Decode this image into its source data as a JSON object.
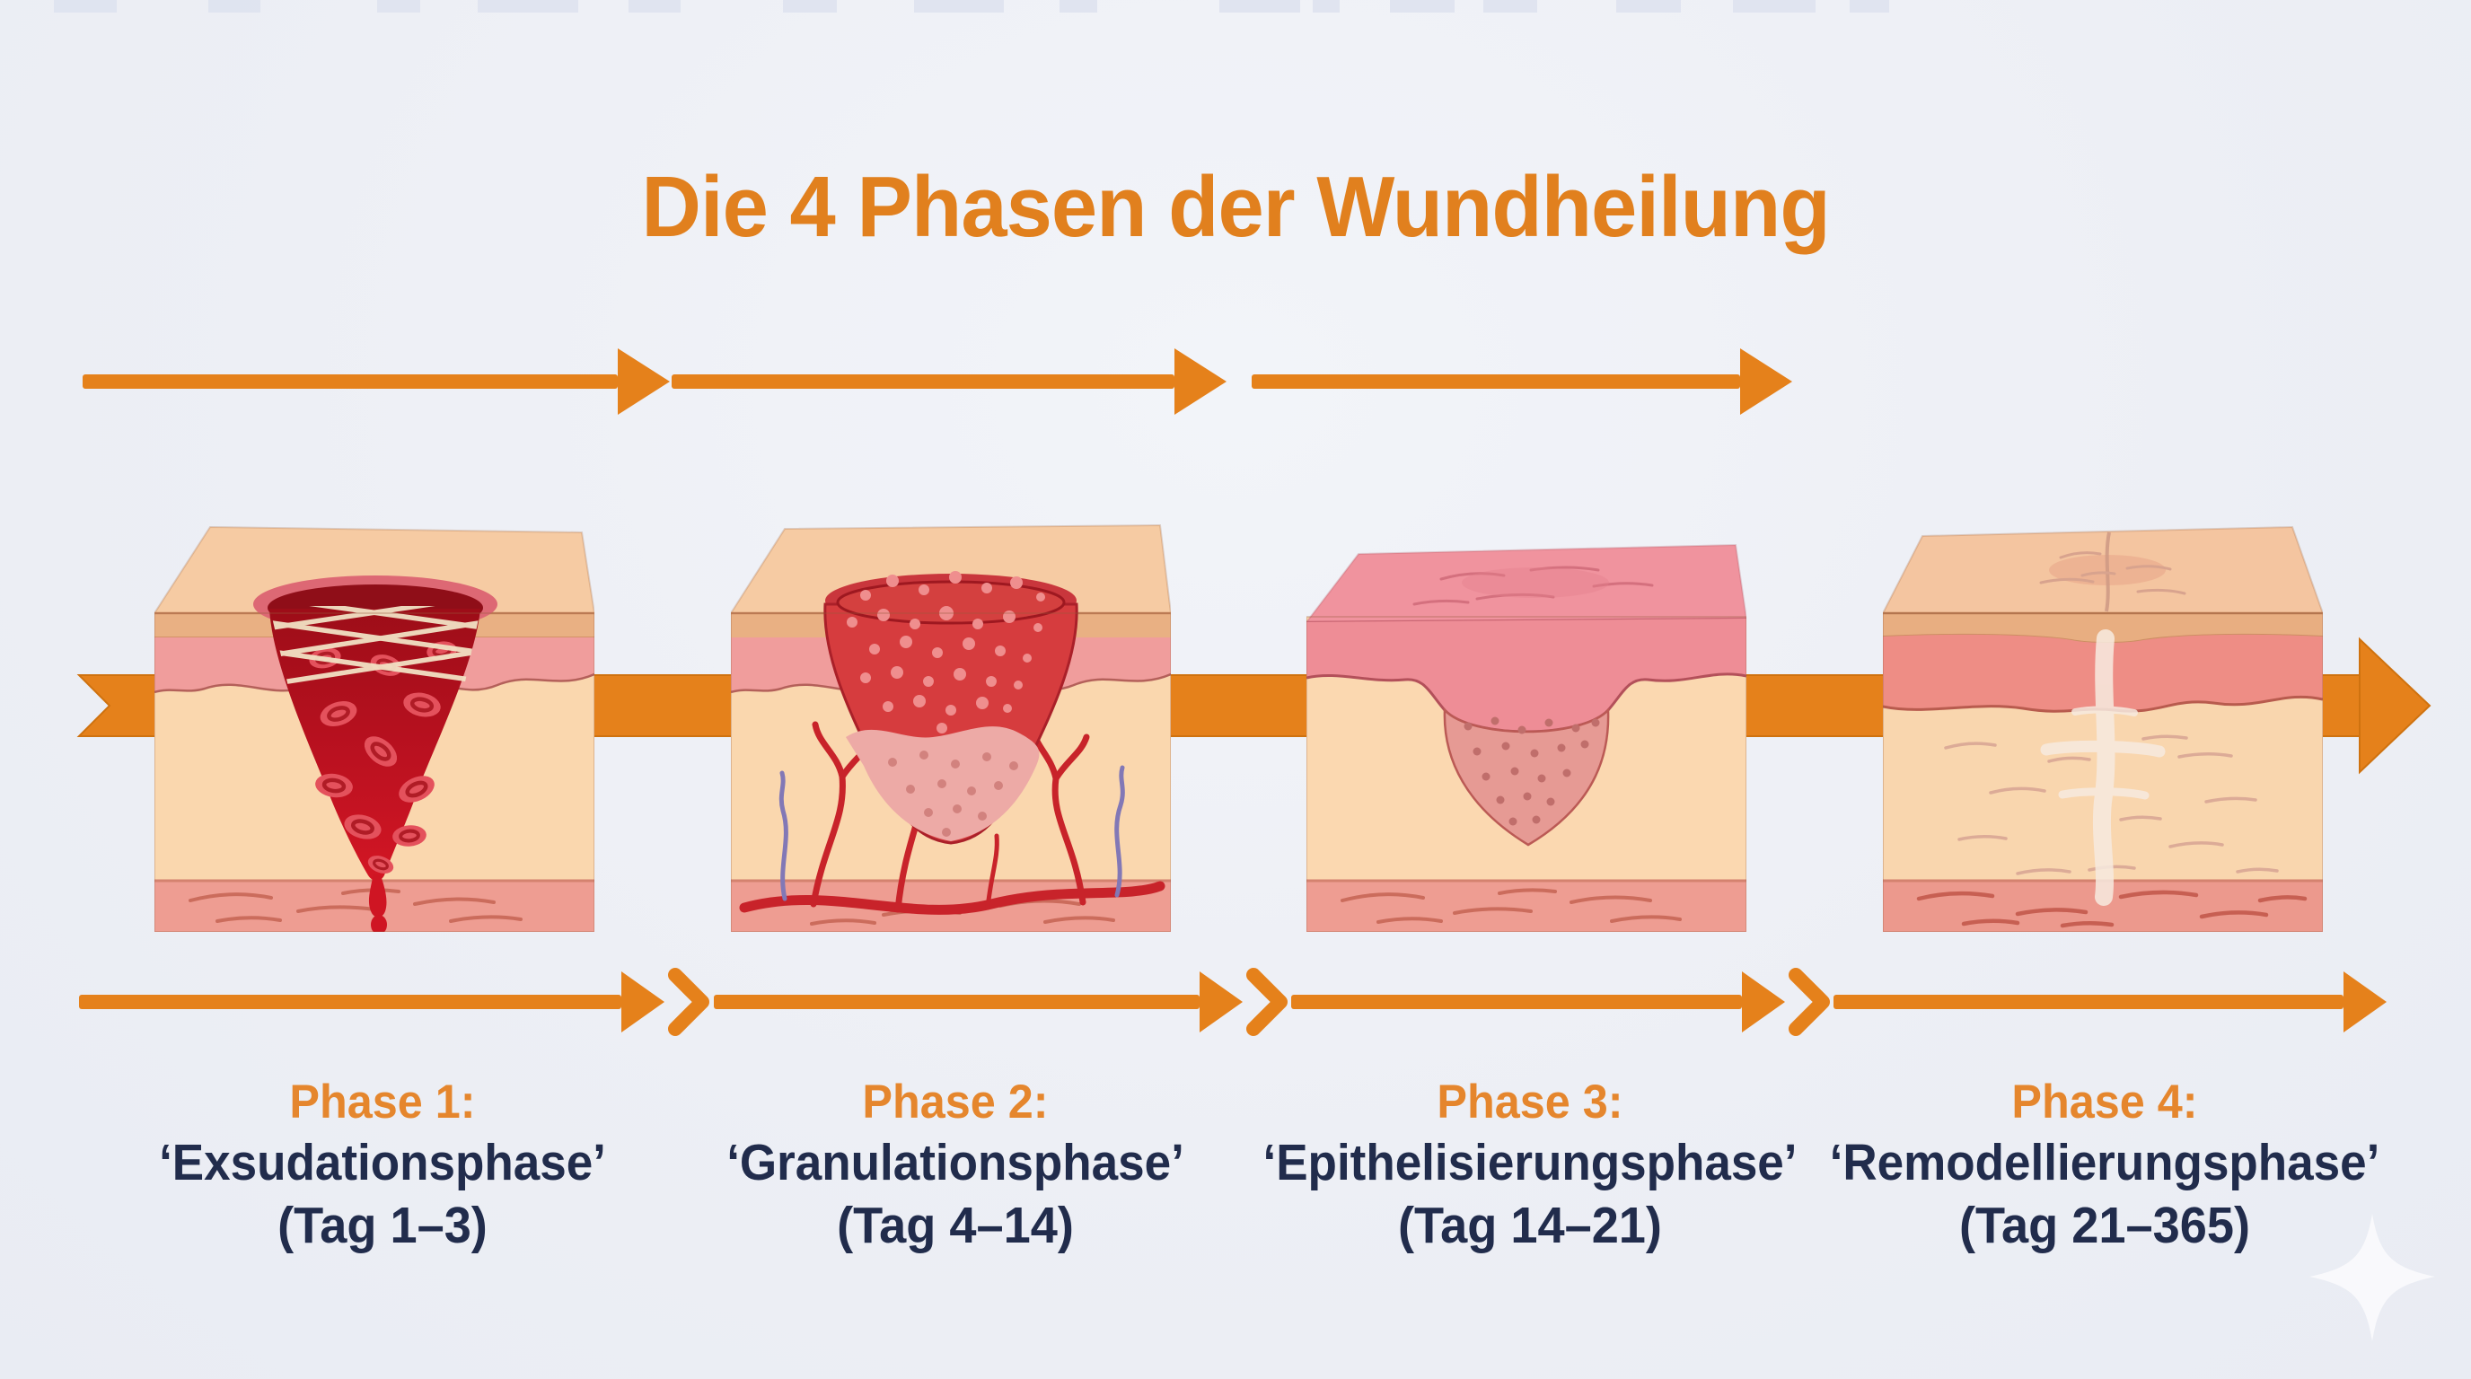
{
  "header": {
    "title": "Die 4 Phasen der Wundheilung"
  },
  "phases": [
    {
      "label": "Phase 1:",
      "name": "‘Exsudationsphase’",
      "days": "(Tag 1–3)",
      "illustration": "skin-wound-bleeding-fibrin-clot"
    },
    {
      "label": "Phase 2:",
      "name": "‘Granulationsphase’",
      "days": "(Tag 4–14)",
      "illustration": "skin-wound-granulation-tissue-vessels"
    },
    {
      "label": "Phase 3:",
      "name": "‘Epithelisierungsphase’",
      "days": "(Tag 14–21)",
      "illustration": "skin-wound-new-epithelium"
    },
    {
      "label": "Phase 4:",
      "name": "‘Remodellierungsphase’",
      "days": "(Tag 21–365)",
      "illustration": "skin-healed-scar-remodeling"
    }
  ],
  "icons": {
    "sparkle": "sparkle-icon"
  },
  "colors": {
    "accent_orange": "#e5811b",
    "title_orange": "#e1801e",
    "text_navy": "#212c4c",
    "background": "#edeff5"
  }
}
